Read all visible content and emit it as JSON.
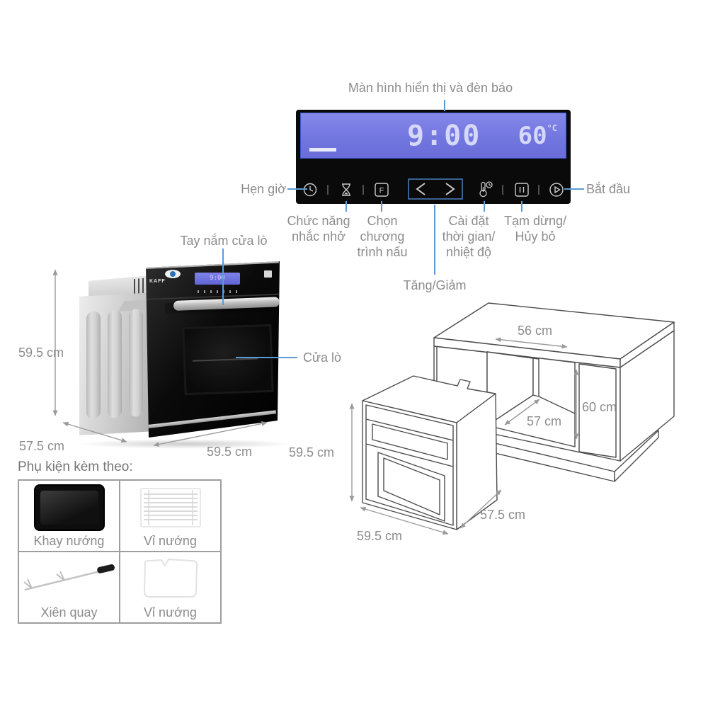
{
  "colors": {
    "callout_blue": "#5b9bd5",
    "label_gray": "#8c8c8c",
    "lcd_purple": "#7478e2",
    "arrow_gray": "#9a9a9a",
    "chevron_box_blue": "#4a7fc1"
  },
  "display_panel": {
    "label": "Màn hình hiển thị và đèn báo",
    "time": "9:00",
    "temp_value": "60",
    "temp_unit": "°C",
    "f_button": "F"
  },
  "callouts": {
    "timer": "Hẹn giờ",
    "start": "Bắt đầu",
    "reminder": "Chức năng\nnhắc nhở",
    "program": "Chọn\nchương\ntrình nấu",
    "set_time_temp": "Cài đặt\nthời gian/\nnhiệt độ",
    "pause_cancel": "Tạm dừng/\nHủy bỏ",
    "increase_decrease": "Tăng/Giảm",
    "door_handle": "Tay nắm cửa lò",
    "oven_door": "Cửa lò"
  },
  "oven_photo": {
    "brand": "KAFF",
    "mini_display_time": "9:00"
  },
  "dimensions": {
    "photo_height": "59.5 cm",
    "photo_depth": "57.5 cm",
    "photo_width": "59.5 cm",
    "cabinet_top_width": "56 cm",
    "niche_depth": "57 cm",
    "niche_height": "60 cm",
    "drawing_height": "59.5 cm",
    "drawing_width": "59.5 cm",
    "drawing_depth": "57.5 cm"
  },
  "accessories": {
    "title": "Phụ kiện kèm theo:",
    "items": [
      {
        "label": "Khay nướng",
        "icon": "baking-tray"
      },
      {
        "label": "Vỉ nướng",
        "icon": "grill-rack"
      },
      {
        "label": "Xiên quay",
        "icon": "rotisserie-skewer"
      },
      {
        "label": "Vỉ nướng",
        "icon": "grill-rack-outline"
      }
    ]
  }
}
